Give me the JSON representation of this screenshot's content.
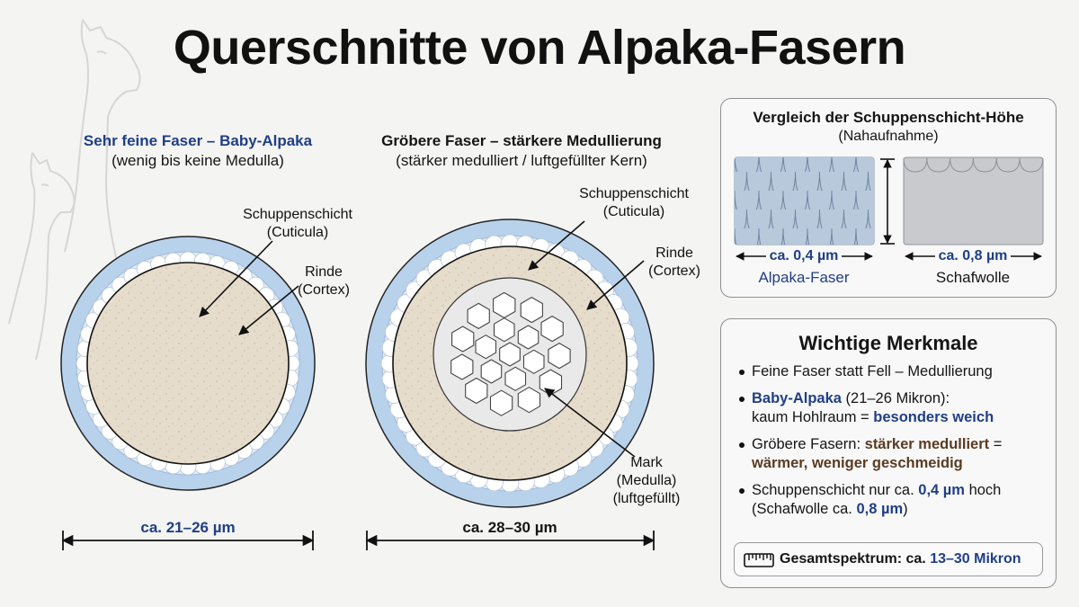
{
  "title": "Querschnitte von Alpaka-Fasern",
  "fine_fiber": {
    "heading": "Sehr feine Faser – Baby-Alpaka",
    "subheading": "(wenig bis keine Medulla)",
    "label_cuticula_1": "Schuppenschicht",
    "label_cuticula_2": "(Cuticula)",
    "label_cortex_1": "Rinde",
    "label_cortex_2": "(Cortex)",
    "diameter": "ca. 21–26 µm"
  },
  "coarse_fiber": {
    "heading": "Gröbere Faser – stärkere Medullierung",
    "subheading": "(stärker medulliert / luftgefüllter Kern)",
    "label_cuticula_1": "Schuppenschicht",
    "label_cuticula_2": "(Cuticula)",
    "label_cortex_1": "Rinde",
    "label_cortex_2": "(Cortex)",
    "label_medulla_1": "Mark",
    "label_medulla_2": "(Medulla)",
    "label_medulla_3": "(luftgefüllt)",
    "diameter": "ca. 28–30 µm"
  },
  "comparison": {
    "title": "Vergleich der Schuppenschicht-Höhe",
    "subtitle": "(Nahaufnahme)",
    "alpaca_value": "ca. 0,4 µm",
    "alpaca_name": "Alpaka-Faser",
    "sheep_value": "ca. 0,8 µm",
    "sheep_name": "Schafwolle"
  },
  "features": {
    "title": "Wichtige Merkmale",
    "item1": "Feine Faser statt Fell – Medullierung",
    "item2_a": "Baby-Alpaka",
    "item2_b": " (21–26 Mikron):",
    "item2_c": "kaum Hohlraum = ",
    "item2_d": "besonders weich",
    "item3_a": "Gröbere Fasern: ",
    "item3_b": "stärker medulliert",
    "item3_c": " =",
    "item3_d": "wärmer, weniger geschmeidig",
    "item4_a": "Schuppenschicht nur ca. ",
    "item4_b": "0,4 µm",
    "item4_c": " hoch",
    "item4_d": "(Schafwolle ca. ",
    "item4_e": "0,8 µm",
    "item4_f": ")",
    "spectrum_a": "Gesamtspektrum: ca. ",
    "spectrum_b": "13–30 Mikron"
  },
  "colors": {
    "accent_blue": "#1f3f85",
    "accent_brown": "#5a3b22",
    "cuticle_blue": "#b9d2ec",
    "cortex_beige": "#e6dccb"
  }
}
